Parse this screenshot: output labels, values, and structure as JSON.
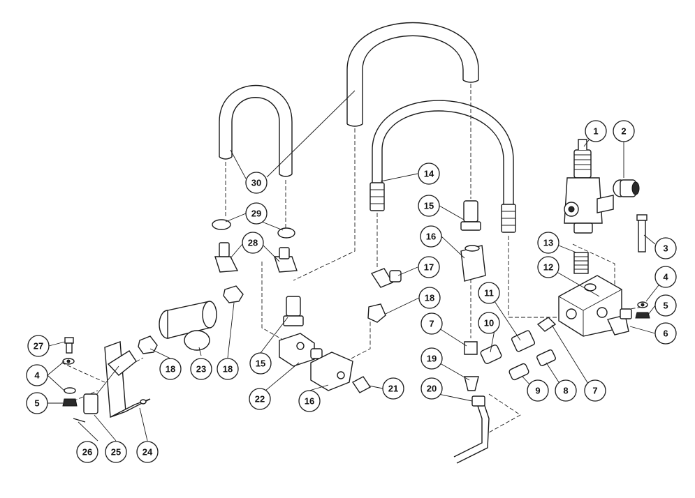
{
  "callouts": [
    {
      "id": "c1",
      "label": "1"
    },
    {
      "id": "c2",
      "label": "2"
    },
    {
      "id": "c3",
      "label": "3"
    },
    {
      "id": "c4a",
      "label": "4"
    },
    {
      "id": "c5a",
      "label": "5"
    },
    {
      "id": "c6",
      "label": "6"
    },
    {
      "id": "c7a",
      "label": "7"
    },
    {
      "id": "c7b",
      "label": "7"
    },
    {
      "id": "c8",
      "label": "8"
    },
    {
      "id": "c9",
      "label": "9"
    },
    {
      "id": "c10",
      "label": "10"
    },
    {
      "id": "c11",
      "label": "11"
    },
    {
      "id": "c12",
      "label": "12"
    },
    {
      "id": "c13",
      "label": "13"
    },
    {
      "id": "c14",
      "label": "14"
    },
    {
      "id": "c15a",
      "label": "15"
    },
    {
      "id": "c15b",
      "label": "15"
    },
    {
      "id": "c16a",
      "label": "16"
    },
    {
      "id": "c16b",
      "label": "16"
    },
    {
      "id": "c17",
      "label": "17"
    },
    {
      "id": "c18a",
      "label": "18"
    },
    {
      "id": "c18b",
      "label": "18"
    },
    {
      "id": "c18c",
      "label": "18"
    },
    {
      "id": "c19",
      "label": "19"
    },
    {
      "id": "c20",
      "label": "20"
    },
    {
      "id": "c21",
      "label": "21"
    },
    {
      "id": "c22",
      "label": "22"
    },
    {
      "id": "c23",
      "label": "23"
    },
    {
      "id": "c24",
      "label": "24"
    },
    {
      "id": "c25",
      "label": "25"
    },
    {
      "id": "c26",
      "label": "26"
    },
    {
      "id": "c27",
      "label": "27"
    },
    {
      "id": "c4b",
      "label": "4"
    },
    {
      "id": "c5b",
      "label": "5"
    },
    {
      "id": "c28",
      "label": "28"
    },
    {
      "id": "c29",
      "label": "29"
    },
    {
      "id": "c30",
      "label": "30"
    }
  ]
}
